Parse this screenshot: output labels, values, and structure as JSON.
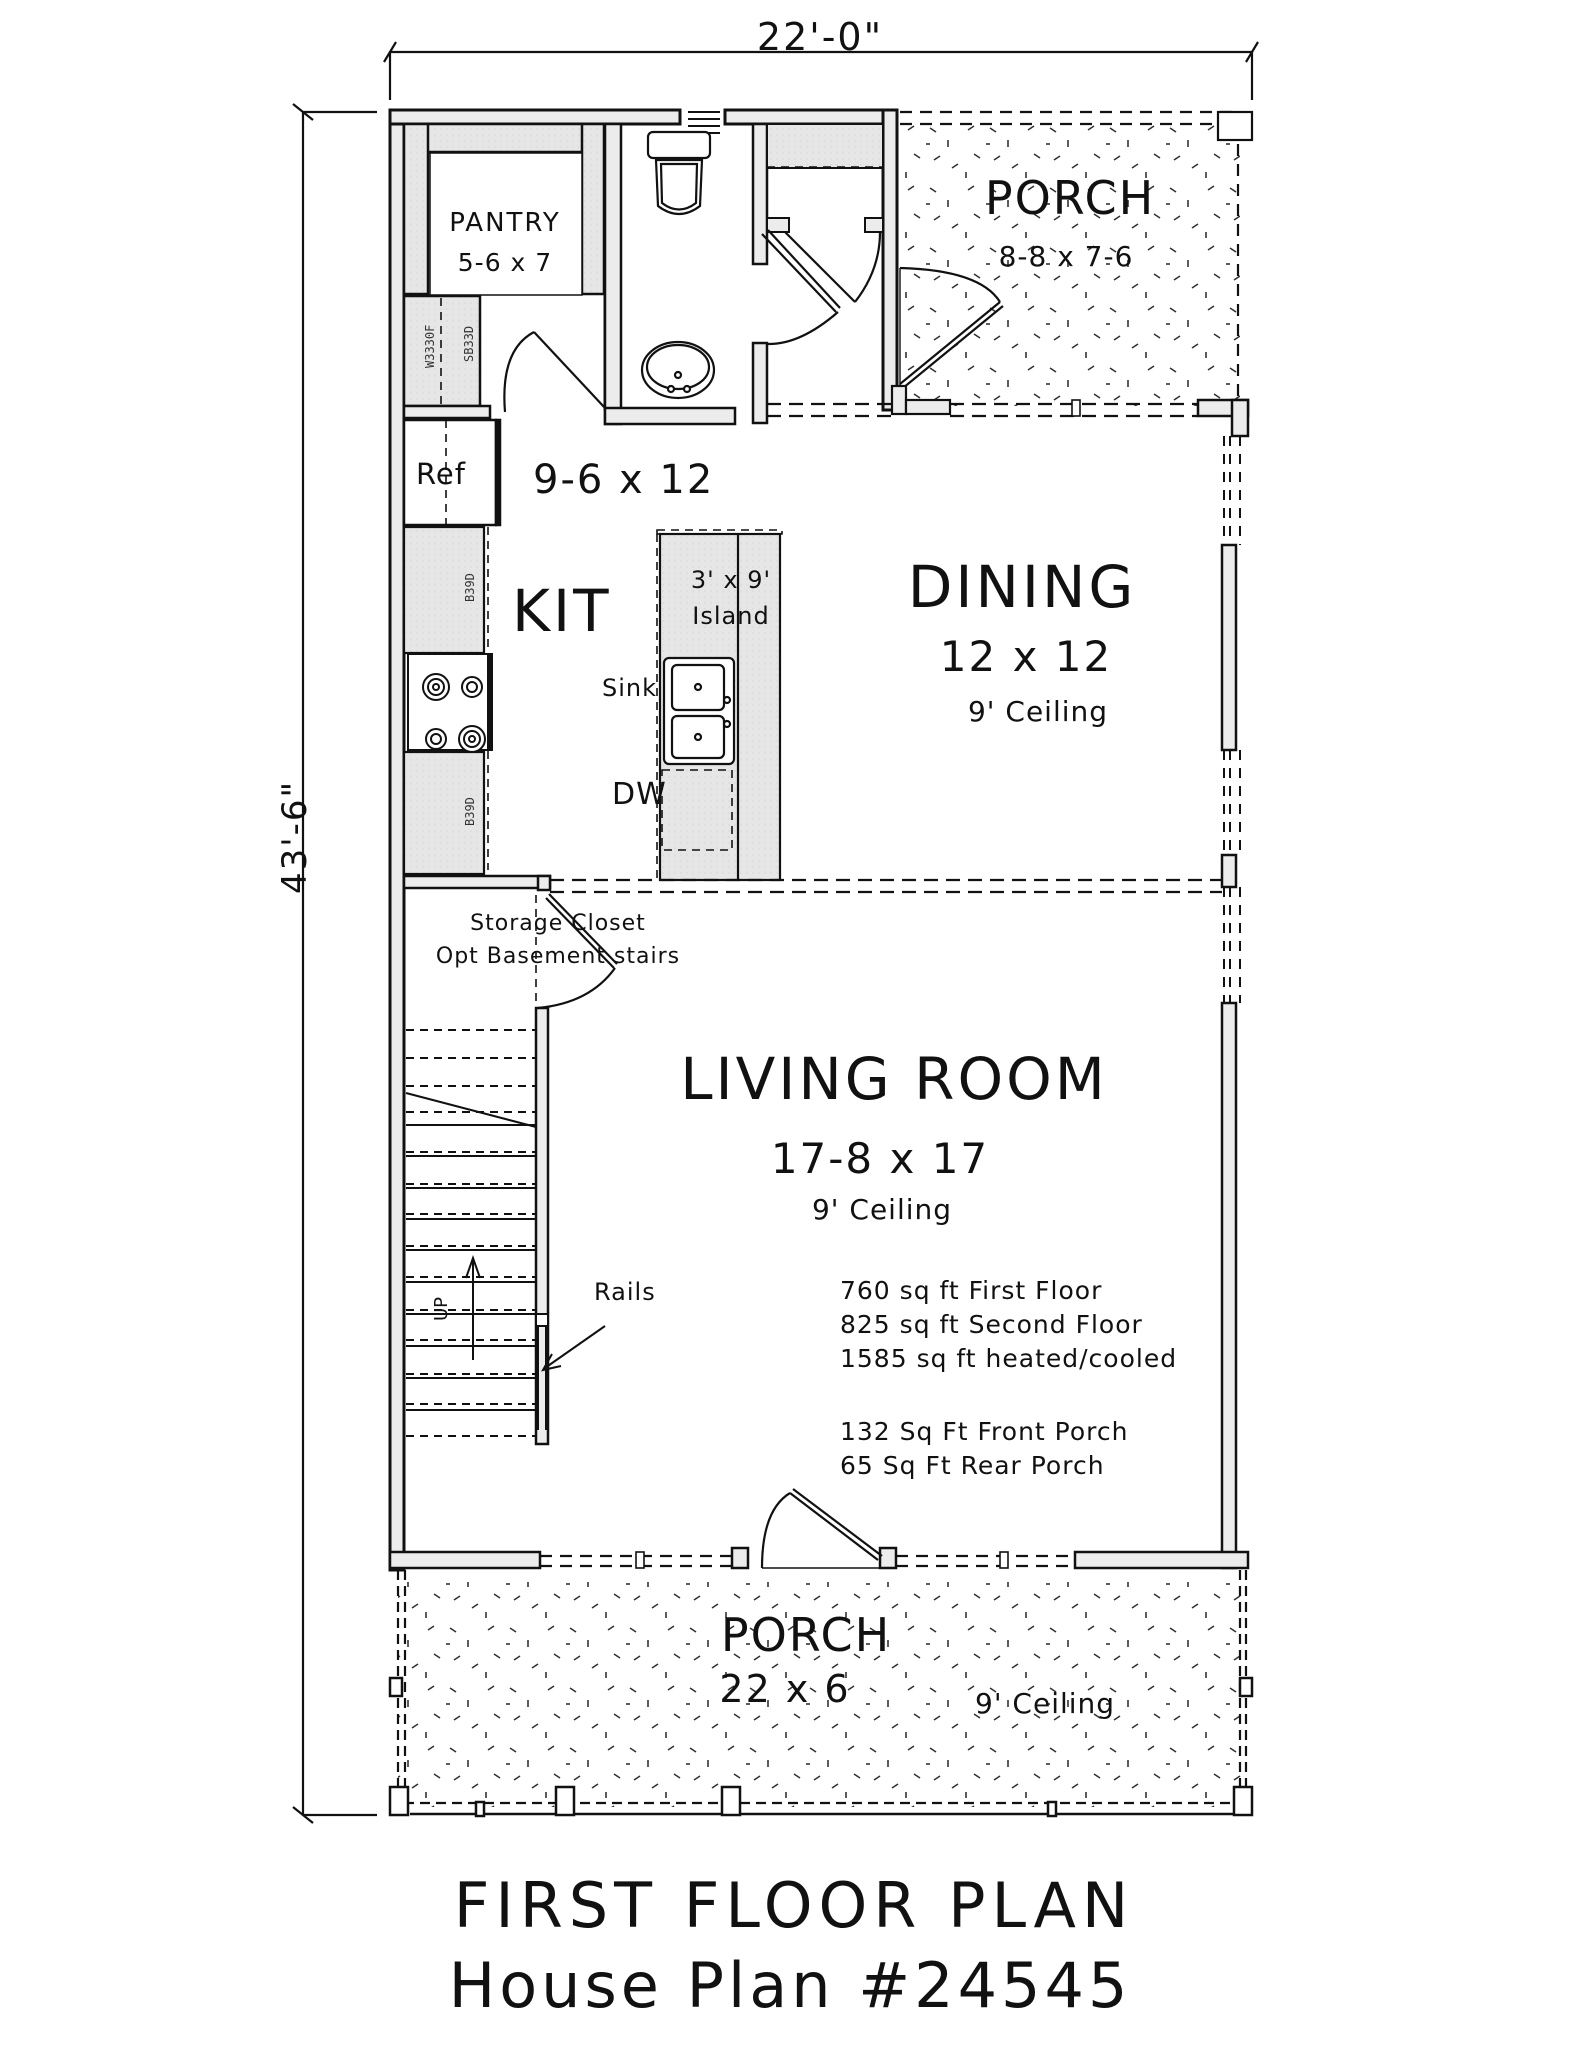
{
  "dimensions": {
    "width": "22'-0\"",
    "depth": "43'-6\""
  },
  "rooms": {
    "pantry": {
      "name": "PANTRY",
      "size": "5-6 x 7"
    },
    "rear_porch": {
      "name": "PORCH",
      "size": "8-8 x 7-6"
    },
    "kitchen": {
      "name": "KIT",
      "size": "9-6 x 12"
    },
    "island": {
      "size": "3' x 9'",
      "name": "Island"
    },
    "dining": {
      "name": "DINING",
      "size": "12 x 12",
      "ceiling": "9' Ceiling"
    },
    "storage": {
      "line1": "Storage Closet",
      "line2": "Opt Basement stairs"
    },
    "living": {
      "name": "LIVING ROOM",
      "size": "17-8 x 17",
      "ceiling": "9' Ceiling"
    },
    "front_porch": {
      "name": "PORCH",
      "size": "22 x 6",
      "ceiling": "9' Ceiling"
    }
  },
  "fixtures": {
    "refrigerator": "Ref",
    "sink": "Sink",
    "dishwasher": "DW",
    "rails": "Rails",
    "stair_up": "UP",
    "cabinet_codes": [
      "W3330F",
      "SB33D",
      "B39D",
      "B39D"
    ]
  },
  "stats": [
    "760 sq ft First Floor",
    "825 sq ft Second Floor",
    "1585 sq ft heated/cooled",
    "132 Sq Ft Front Porch",
    "65 Sq Ft Rear Porch"
  ],
  "title": {
    "line1": "FIRST FLOOR PLAN",
    "line2": "House Plan #24545"
  },
  "colors": {
    "line": "#111111",
    "wall_fill": "#e8e8e8",
    "counter_fill": "#e4e4e4",
    "background": "#ffffff"
  }
}
